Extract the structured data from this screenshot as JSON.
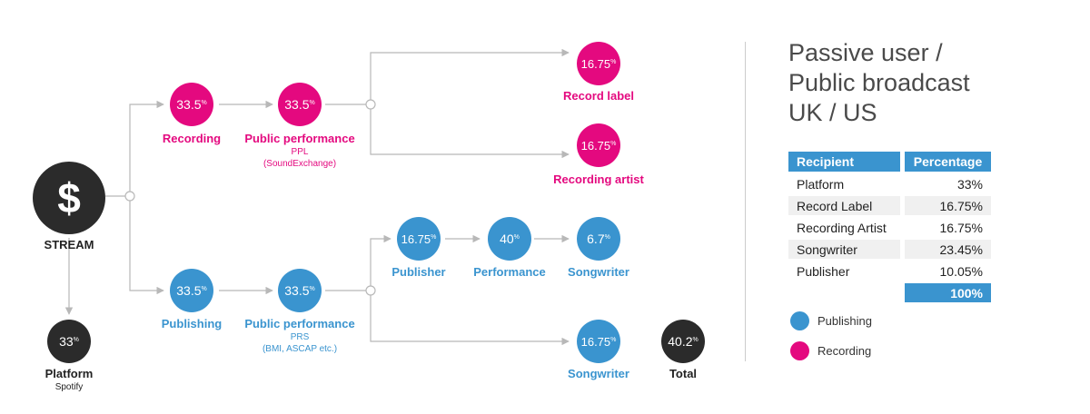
{
  "colors": {
    "recording": "#e4097f",
    "publishing": "#3a94cf",
    "dark": "#2b2b2b",
    "line": "#b8b8b8"
  },
  "stream": {
    "label": "STREAM",
    "icon": "dollar-icon"
  },
  "platform": {
    "value": "33",
    "label": "Platform",
    "sublabel": "Spotify"
  },
  "recording": {
    "value": "33.5",
    "label": "Recording"
  },
  "recording_pp": {
    "value": "33.5",
    "label": "Public performance",
    "sub1": "PPL",
    "sub2": "(SoundExchange)"
  },
  "record_label": {
    "value": "16.75",
    "label": "Record label"
  },
  "recording_artist": {
    "value": "16.75",
    "label": "Recording artist"
  },
  "publishing": {
    "value": "33.5",
    "label": "Publishing"
  },
  "publishing_pp": {
    "value": "33.5",
    "label": "Public performance",
    "sub1": "PRS",
    "sub2": "(BMI, ASCAP etc.)"
  },
  "publisher": {
    "value": "16.75",
    "label": "Publisher"
  },
  "performance": {
    "value": "40",
    "label": "Performance"
  },
  "songwriter_share": {
    "value": "6.7",
    "label": "Songwriter"
  },
  "songwriter": {
    "value": "16.75",
    "label": "Songwriter"
  },
  "total": {
    "value": "40.2",
    "label": "Total"
  },
  "pct_sign": "%",
  "side": {
    "title_line1": "Passive user /",
    "title_line2": "Public broadcast",
    "title_line3": "UK / US",
    "table": {
      "headers": [
        "Recipient",
        "Percentage"
      ],
      "rows": [
        [
          "Platform",
          "33%"
        ],
        [
          "Record Label",
          "16.75%"
        ],
        [
          "Recording Artist",
          "16.75%"
        ],
        [
          "Songwriter",
          "23.45%"
        ],
        [
          "Publisher",
          "10.05%"
        ]
      ],
      "total": "100%"
    },
    "legend": [
      {
        "label": "Publishing",
        "color": "#3a94cf"
      },
      {
        "label": "Recording",
        "color": "#e4097f"
      }
    ]
  }
}
